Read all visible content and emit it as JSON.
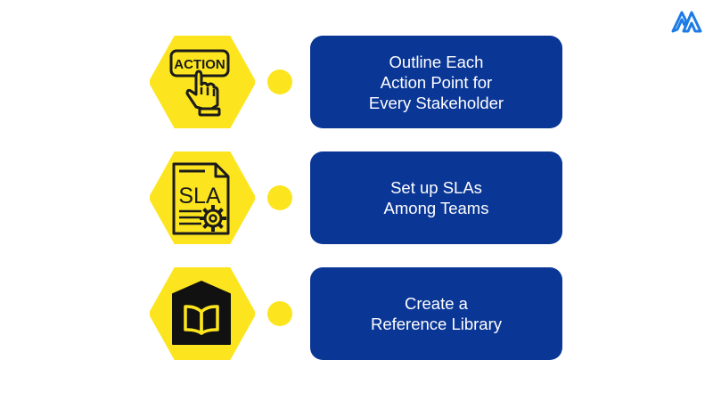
{
  "colors": {
    "accent_yellow": "#fce51e",
    "card_blue": "#0a3696",
    "card_text": "#ffffff",
    "icon_ink": "#1b1b1b",
    "logo_blue": "#1e7be6"
  },
  "logo": {
    "icon": "brand-mountain-logo"
  },
  "steps": [
    {
      "icon": "action-button-click-icon",
      "icon_text": "ACTION",
      "label": "Outline Each\nAction Point for\nEvery Stakeholder"
    },
    {
      "icon": "sla-document-gear-icon",
      "icon_text": "SLA",
      "label": "Set up SLAs\nAmong Teams"
    },
    {
      "icon": "book-library-icon",
      "icon_text": "",
      "label": "Create a\nReference Library"
    }
  ]
}
